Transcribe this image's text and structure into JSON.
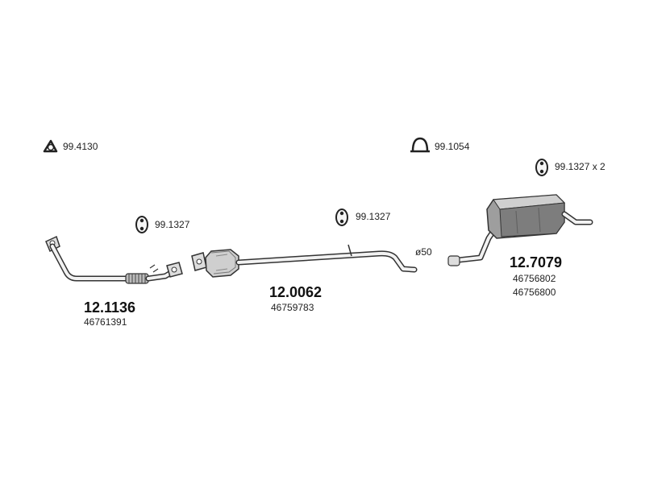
{
  "accessories": [
    {
      "code": "99.4130",
      "icon": "gasket-icon"
    },
    {
      "code": "99.1054",
      "icon": "clamp-icon"
    },
    {
      "code": "99.1327 x 2",
      "icon": "rubber-mount-icon"
    },
    {
      "code": "99.1327",
      "icon": "rubber-mount-icon"
    },
    {
      "code": "99.1327",
      "icon": "rubber-mount-icon"
    }
  ],
  "parts": [
    {
      "part_number": "12.1136",
      "oe_numbers": [
        "46761391"
      ],
      "name_icon": "front-pipe-icon"
    },
    {
      "part_number": "12.0062",
      "oe_numbers": [
        "46759783"
      ],
      "name_icon": "catalytic-converter-pipe-icon"
    },
    {
      "part_number": "12.7079",
      "oe_numbers": [
        "46756802",
        "46756800"
      ],
      "name_icon": "rear-silencer-icon"
    }
  ],
  "diameter_label": "ø50",
  "colors": {
    "line": "#333333",
    "fill_light": "#e6e6e6",
    "fill_mid": "#bdbdbd",
    "fill_dark": "#8a8a8a"
  }
}
